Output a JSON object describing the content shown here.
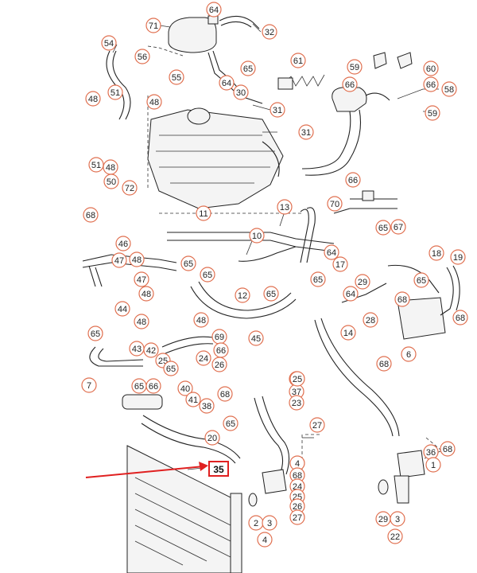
{
  "highlight": {
    "label": "35",
    "color": "#e02020"
  },
  "callout_color": "#e07050",
  "callouts": [
    "64",
    "71",
    "32",
    "54",
    "56",
    "55",
    "65",
    "61",
    "59",
    "60",
    "66",
    "66",
    "58",
    "59",
    "48",
    "51",
    "48",
    "30",
    "64",
    "31",
    "31",
    "51",
    "48",
    "50",
    "72",
    "11",
    "68",
    "66",
    "70",
    "13",
    "67",
    "65",
    "10",
    "46",
    "47",
    "48",
    "65",
    "65",
    "17",
    "64",
    "18",
    "19",
    "47",
    "48",
    "65",
    "12",
    "65",
    "29",
    "64",
    "65",
    "68",
    "48",
    "44",
    "48",
    "69",
    "45",
    "14",
    "28",
    "68",
    "65",
    "43",
    "42",
    "66",
    "24",
    "26",
    "25",
    "65",
    "37",
    "68",
    "6",
    "7",
    "65",
    "66",
    "40",
    "41",
    "38",
    "37",
    "23",
    "25",
    "68",
    "65",
    "27",
    "20",
    "36",
    "68",
    "1",
    "2",
    "3",
    "4",
    "68",
    "24",
    "25",
    "26",
    "27",
    "29",
    "3",
    "4",
    "22",
    "2"
  ]
}
